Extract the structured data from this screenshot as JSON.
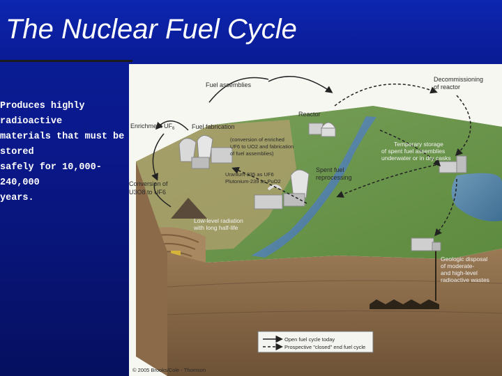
{
  "slide": {
    "title": "The Nuclear Fuel Cycle",
    "body_lines": [
      "Produces highly",
      "radioactive",
      "materials that must be",
      "stored",
      "safely for 10,000-240,000",
      "years."
    ]
  },
  "diagram": {
    "labels": {
      "fuel_assemblies": "Fuel assemblies",
      "decommissioning_1": "Decommissioning",
      "decommissioning_2": "of reactor",
      "reactor": "Reactor",
      "enrichment": "Enrichment UF",
      "enrichment_sub": "6",
      "fuel_fabrication": "Fuel fabrication",
      "fab_note_1": "(conversion of enriched",
      "fab_note_2": "UF6 to UO2 and fabrication",
      "fab_note_3": "of fuel assemblies)",
      "conversion_1": "Conversion of",
      "conversion_2": "U3O8 to UF6",
      "uranium": "Uranium-235 as UF6",
      "plutonium": "Plutonium-239 as PuO2",
      "spent_1": "Spent fuel",
      "spent_2": "reprocessing",
      "temp_1": "Temporary storage",
      "temp_2": "of spent fuel assemblies",
      "temp_3": "underwater or in dry casks",
      "lowlevel_1": "Low-level radiation",
      "lowlevel_2": "with long half-life",
      "geo_1": "Geologic disposal",
      "geo_2": "of moderate-",
      "geo_3": "and high-level",
      "geo_4": "radioactive wastes"
    },
    "legend": {
      "open": "Open fuel cycle today",
      "closed": "Prospective \"closed\" end fuel cycle"
    },
    "credit": "© 2005 Brooks/Cole - Thomson"
  }
}
